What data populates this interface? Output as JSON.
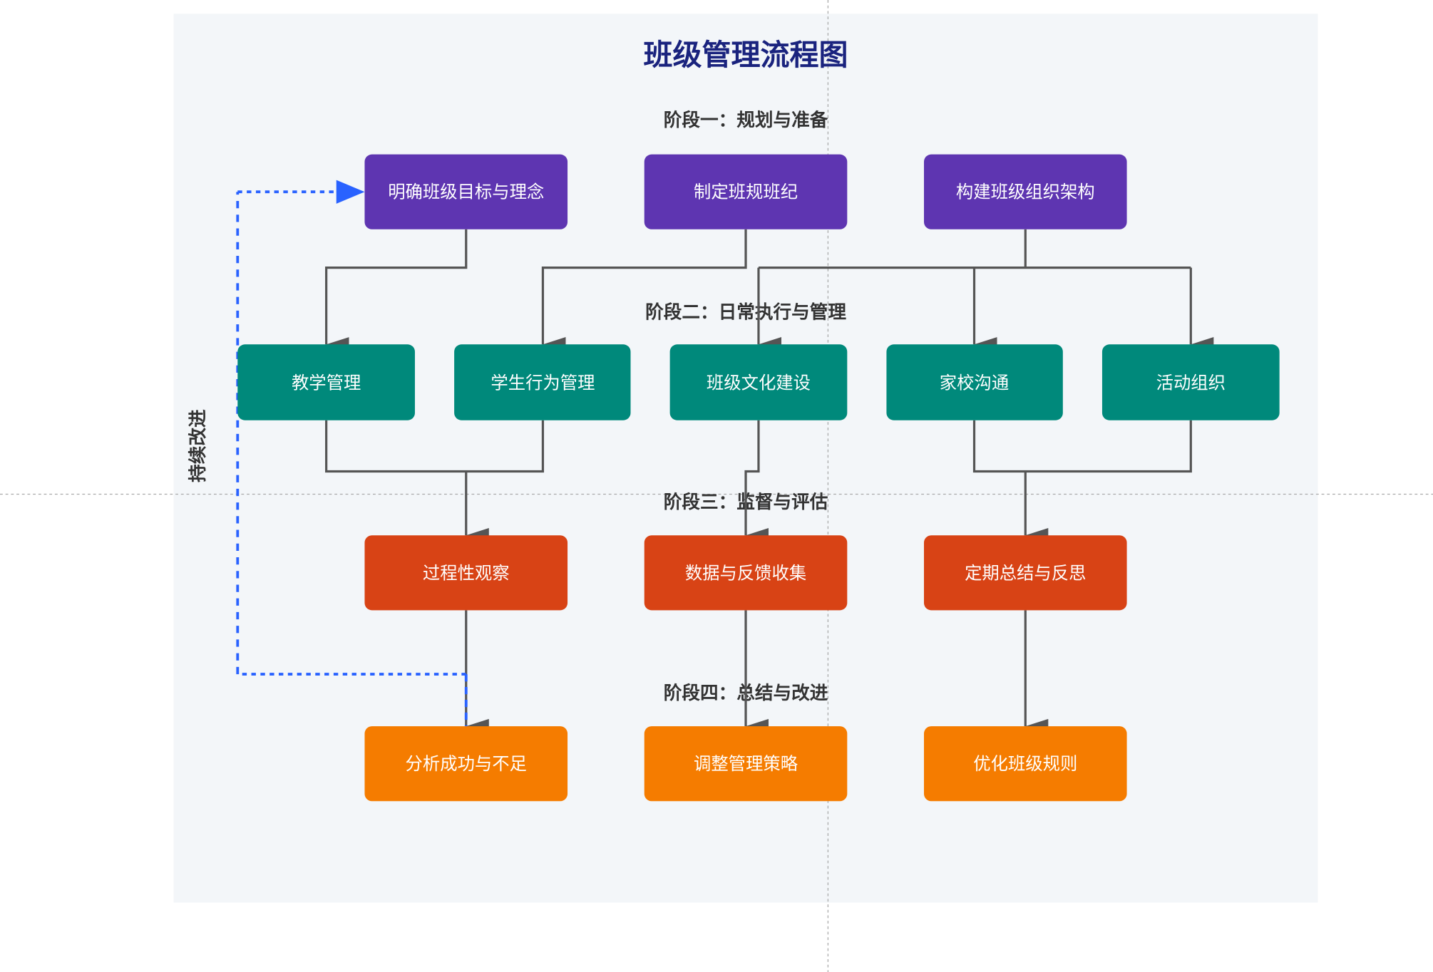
{
  "title": "班级管理流程图",
  "side_label": "持续改进",
  "colors": {
    "title": "#1a237e",
    "phase1": "#5e35b1",
    "phase2": "#00897b",
    "phase3": "#d84315",
    "phase4": "#f57c00",
    "connector": "#555555",
    "feedback": "#2962ff",
    "background": "#f3f6f9"
  },
  "phases": [
    {
      "label": "阶段一：规划与准备",
      "nodes": [
        "明确班级目标与理念",
        "制定班规班纪",
        "构建班级组织架构"
      ]
    },
    {
      "label": "阶段二：日常执行与管理",
      "nodes": [
        "教学管理",
        "学生行为管理",
        "班级文化建设",
        "家校沟通",
        "活动组织"
      ]
    },
    {
      "label": "阶段三：监督与评估",
      "nodes": [
        "过程性观察",
        "数据与反馈收集",
        "定期总结与反思"
      ]
    },
    {
      "label": "阶段四：总结与改进",
      "nodes": [
        "分析成功与不足",
        "调整管理策略",
        "优化班级规则"
      ]
    }
  ]
}
